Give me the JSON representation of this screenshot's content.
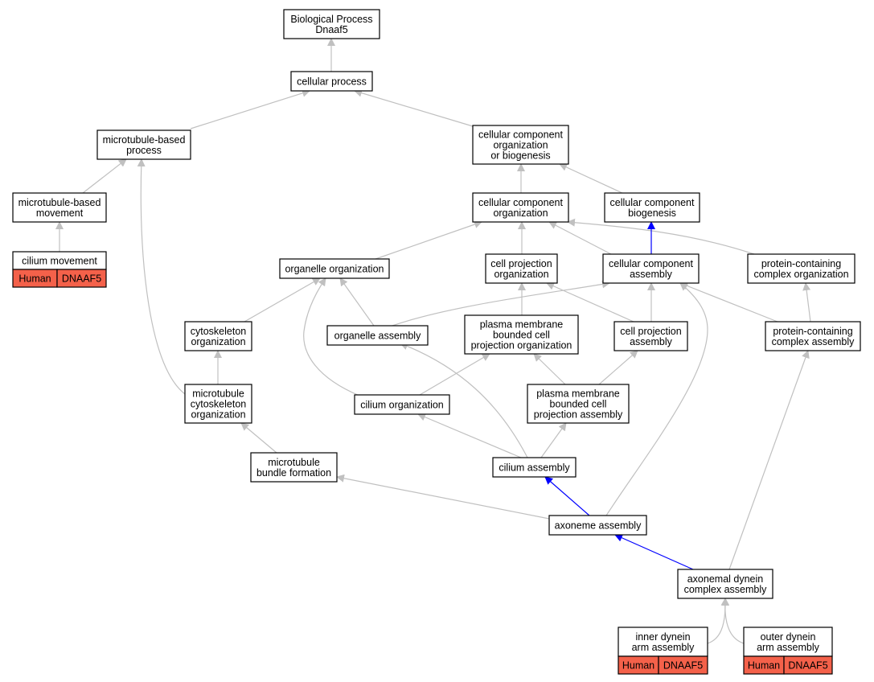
{
  "colors": {
    "edge_default": "#c0c0c0",
    "edge_highlight": "#0000ff",
    "annotation_fill": "#f4614a",
    "node_fill": "#ffffff",
    "node_border": "#000000"
  },
  "nodes": [
    {
      "id": "bp",
      "lines": [
        "Biological Process",
        "Dnaaf5"
      ]
    },
    {
      "id": "cp",
      "lines": [
        "cellular process"
      ]
    },
    {
      "id": "mbp",
      "lines": [
        "microtubule-based",
        "process"
      ]
    },
    {
      "id": "ccob",
      "lines": [
        "cellular component",
        "organization",
        "or biogenesis"
      ]
    },
    {
      "id": "mbm",
      "lines": [
        "microtubule-based",
        "movement"
      ]
    },
    {
      "id": "cco",
      "lines": [
        "cellular component",
        "organization"
      ]
    },
    {
      "id": "ccb",
      "lines": [
        "cellular component",
        "biogenesis"
      ]
    },
    {
      "id": "cm",
      "lines": [
        "cilium movement"
      ],
      "annotation": [
        "Human",
        "DNAAF5"
      ]
    },
    {
      "id": "oo",
      "lines": [
        "organelle organization"
      ]
    },
    {
      "id": "cpo",
      "lines": [
        "cell projection",
        "organization"
      ]
    },
    {
      "id": "cca",
      "lines": [
        "cellular component",
        "assembly"
      ]
    },
    {
      "id": "pcco",
      "lines": [
        "protein-containing",
        "complex organization"
      ]
    },
    {
      "id": "co",
      "lines": [
        "cytoskeleton",
        "organization"
      ]
    },
    {
      "id": "oa",
      "lines": [
        "organelle assembly"
      ]
    },
    {
      "id": "pmbcpo",
      "lines": [
        "plasma membrane",
        "bounded cell",
        "projection organization"
      ]
    },
    {
      "id": "cpa",
      "lines": [
        "cell projection",
        "assembly"
      ]
    },
    {
      "id": "pcca",
      "lines": [
        "protein-containing",
        "complex assembly"
      ]
    },
    {
      "id": "mco",
      "lines": [
        "microtubule",
        "cytoskeleton",
        "organization"
      ]
    },
    {
      "id": "ciliumorg",
      "lines": [
        "cilium organization"
      ]
    },
    {
      "id": "pmbcpa",
      "lines": [
        "plasma membrane",
        "bounded cell",
        "projection assembly"
      ]
    },
    {
      "id": "mbf",
      "lines": [
        "microtubule",
        "bundle formation"
      ]
    },
    {
      "id": "ciliumasm",
      "lines": [
        "cilium assembly"
      ]
    },
    {
      "id": "axa",
      "lines": [
        "axoneme assembly"
      ]
    },
    {
      "id": "adca",
      "lines": [
        "axonemal dynein",
        "complex assembly"
      ]
    },
    {
      "id": "idaa",
      "lines": [
        "inner dynein",
        "arm assembly"
      ],
      "annotation": [
        "Human",
        "DNAAF5"
      ]
    },
    {
      "id": "odaa",
      "lines": [
        "outer dynein",
        "arm assembly"
      ],
      "annotation": [
        "Human",
        "DNAAF5"
      ]
    }
  ],
  "edges": [
    {
      "from": "cp",
      "to": "bp",
      "highlight": false
    },
    {
      "from": "mbp",
      "to": "cp",
      "highlight": false
    },
    {
      "from": "ccob",
      "to": "cp",
      "highlight": false
    },
    {
      "from": "mbm",
      "to": "mbp",
      "highlight": false
    },
    {
      "from": "cco",
      "to": "ccob",
      "highlight": false
    },
    {
      "from": "ccb",
      "to": "ccob",
      "highlight": false
    },
    {
      "from": "cm",
      "to": "mbm",
      "highlight": false
    },
    {
      "from": "oo",
      "to": "cco",
      "highlight": false
    },
    {
      "from": "cpo",
      "to": "cco",
      "highlight": false
    },
    {
      "from": "cca",
      "to": "cco",
      "highlight": false
    },
    {
      "from": "pcco",
      "to": "cco",
      "highlight": false
    },
    {
      "from": "cca",
      "to": "ccb",
      "highlight": true
    },
    {
      "from": "co",
      "to": "oo",
      "highlight": false
    },
    {
      "from": "oa",
      "to": "oo",
      "highlight": false
    },
    {
      "from": "ciliumorg",
      "to": "oo",
      "highlight": false
    },
    {
      "from": "oa",
      "to": "cca",
      "highlight": false
    },
    {
      "from": "pmbcpo",
      "to": "cpo",
      "highlight": false
    },
    {
      "from": "cpa",
      "to": "cpo",
      "highlight": false
    },
    {
      "from": "cpa",
      "to": "cca",
      "highlight": false
    },
    {
      "from": "pcca",
      "to": "cca",
      "highlight": false
    },
    {
      "from": "pcca",
      "to": "pcco",
      "highlight": false
    },
    {
      "from": "mco",
      "to": "co",
      "highlight": false
    },
    {
      "from": "mco",
      "to": "mbp",
      "highlight": false
    },
    {
      "from": "ciliumorg",
      "to": "pmbcpo",
      "highlight": false
    },
    {
      "from": "pmbcpa",
      "to": "pmbcpo",
      "highlight": false
    },
    {
      "from": "pmbcpa",
      "to": "cpa",
      "highlight": false
    },
    {
      "from": "mbf",
      "to": "mco",
      "highlight": false
    },
    {
      "from": "ciliumasm",
      "to": "oa",
      "highlight": false
    },
    {
      "from": "ciliumasm",
      "to": "ciliumorg",
      "highlight": false
    },
    {
      "from": "ciliumasm",
      "to": "pmbcpa",
      "highlight": false
    },
    {
      "from": "axa",
      "to": "ciliumasm",
      "highlight": true
    },
    {
      "from": "axa",
      "to": "mbf",
      "highlight": false
    },
    {
      "from": "axa",
      "to": "cca",
      "highlight": false
    },
    {
      "from": "adca",
      "to": "axa",
      "highlight": true
    },
    {
      "from": "adca",
      "to": "pcca",
      "highlight": false
    },
    {
      "from": "idaa",
      "to": "adca",
      "highlight": false
    },
    {
      "from": "odaa",
      "to": "adca",
      "highlight": false
    }
  ]
}
